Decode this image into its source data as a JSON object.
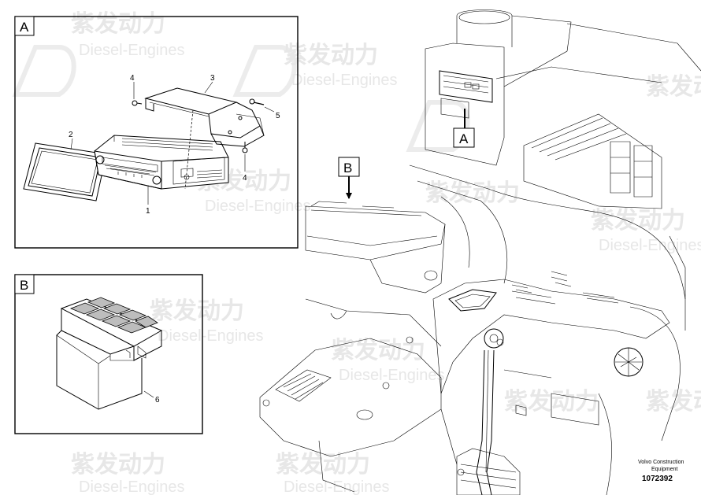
{
  "watermark": {
    "cn_text": "紫发动力",
    "en_text": "Diesel-Engines"
  },
  "detail_a": {
    "label": "A",
    "callouts": [
      "1",
      "2",
      "3",
      "4",
      "4",
      "5"
    ]
  },
  "detail_b": {
    "label": "B",
    "callouts": [
      "6"
    ]
  },
  "main_view": {
    "marker_a": "A",
    "marker_b": "B"
  },
  "footer": {
    "credit_line1": "Volvo Construction",
    "credit_line2": "Equipment",
    "doc_number": "1072392"
  },
  "colors": {
    "line": "#000000",
    "watermark": "#e7e7e7",
    "background": "#ffffff"
  }
}
